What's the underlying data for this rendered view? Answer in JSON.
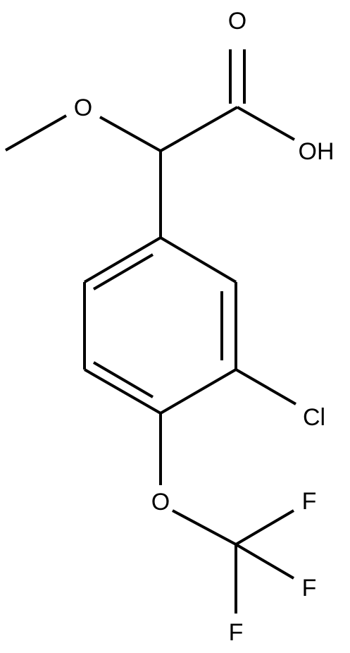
{
  "molecule": {
    "atoms": {
      "o_carbonyl": "O",
      "o_hydroxyl": "OH",
      "o_methoxy": "O",
      "cl": "Cl",
      "o_ether": "O",
      "f1": "F",
      "f2": "F",
      "f3": "F"
    }
  },
  "colors": {
    "bond": "#000000",
    "label": "#000000",
    "background": "#ffffff"
  }
}
